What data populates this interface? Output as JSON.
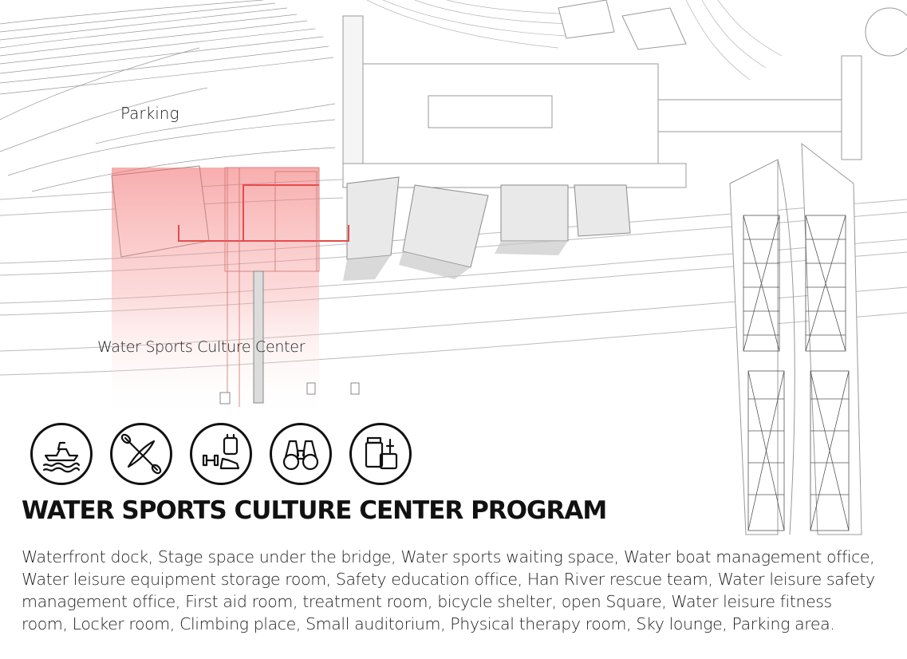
{
  "plan": {
    "labels": {
      "parking": "Parking",
      "center": "Water Sports Culture Center"
    },
    "highlight_color": "#e84a4a",
    "line_color": "#bdbdbd"
  },
  "icons": [
    {
      "name": "jet-ski-icon"
    },
    {
      "name": "kayak-paddle-icon"
    },
    {
      "name": "fitness-equipment-icon"
    },
    {
      "name": "binoculars-icon"
    },
    {
      "name": "first-aid-supplies-icon"
    }
  ],
  "program": {
    "title": "WATER SPORTS CULTURE CENTER PROGRAM",
    "description": "Waterfront dock, Stage space under the bridge, Water sports waiting space, Water boat management office, Water leisure equipment storage room, Safety education office, Han River rescue team, Water leisure safety management office, First aid room, treatment room, bicycle shelter, open Square, Water leisure fitness room, Locker room, Climbing place, Small auditorium, Physical therapy room, Sky lounge, Parking area."
  }
}
